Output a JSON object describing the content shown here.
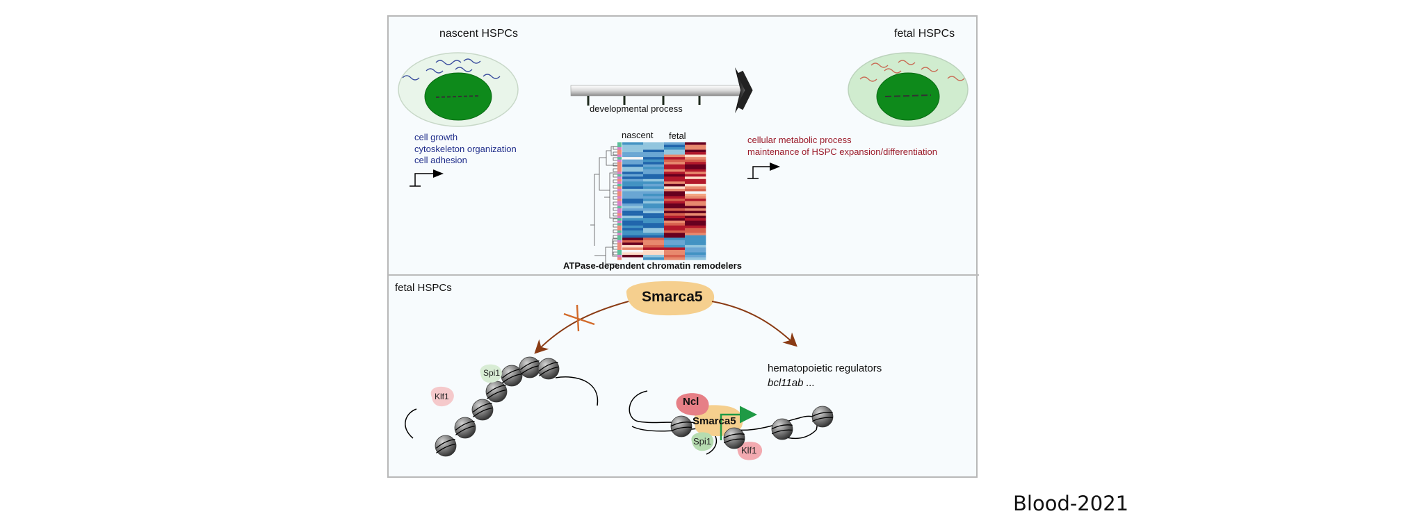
{
  "figure": {
    "top_panel": {
      "left_cell_label": "nascent HSPCs",
      "right_cell_label": "fetal HSPCs",
      "arrow_label": "developmental process",
      "left_terms": [
        "cell growth",
        "cytoskeleton organization",
        "cell adhesion"
      ],
      "right_terms": [
        "cellular metabolic process",
        "maintenance of HSPC expansion/differentiation"
      ],
      "heatmap_col_labels": [
        "nascent",
        "fetal"
      ],
      "heatmap_caption": "ATPase-dependent chromatin remodelers"
    },
    "bottom_panel": {
      "panel_label": "fetal HSPCs",
      "central_protein": "Smarca5",
      "left_factors": [
        "Klf1",
        "Spi1"
      ],
      "right_complex": {
        "ncl": "Ncl",
        "smarca5": "Smarca5",
        "spi1": "Spi1",
        "klf1": "Klf1"
      },
      "target_title": "hematopoietic regulators",
      "target_genes": "bcl11ab ..."
    },
    "colors": {
      "blue_terms": "#1f2d8a",
      "red_terms": "#9b1b2a",
      "nucleus": "#0e8a1b",
      "cytoplasm": "#d4ecd6",
      "smarca5": "#f5cf8e",
      "ncl": "#e67f86",
      "spi1": "#b6dcb0",
      "klf1": "#f2aab0",
      "arrow": "#8a3b14",
      "activation_arrow": "#1f9a45"
    }
  },
  "citation": "Blood-2021"
}
